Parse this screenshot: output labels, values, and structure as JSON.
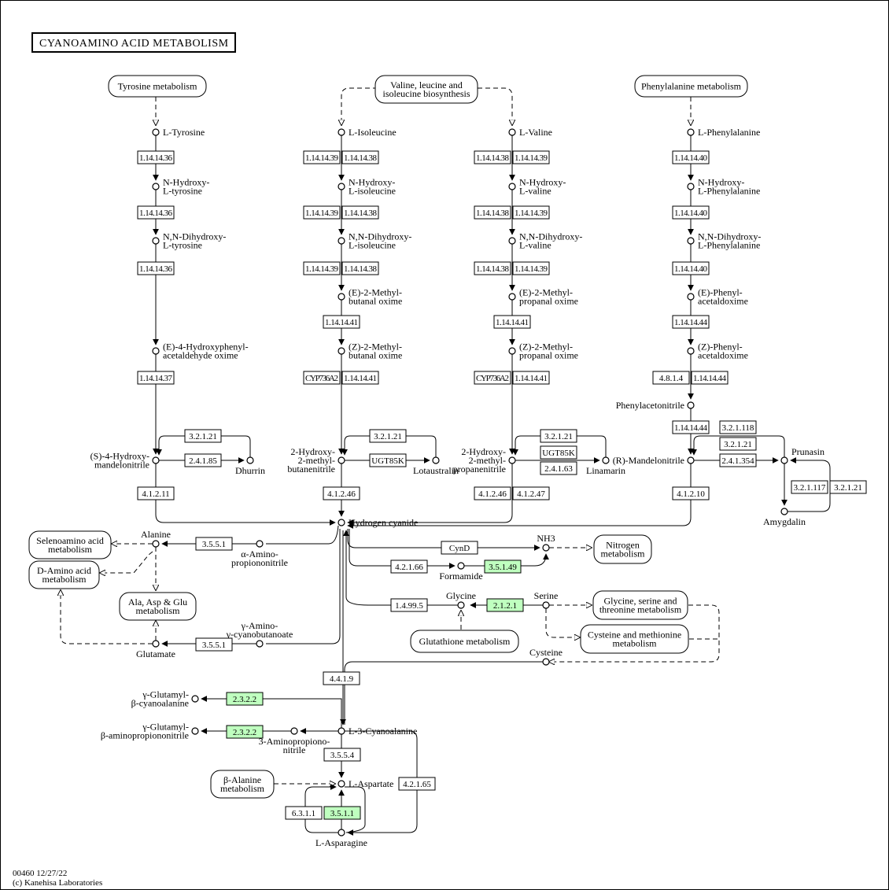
{
  "title": "CYANOAMINO  ACID  METABOLISM",
  "footer": {
    "code": "00460 12/27/22",
    "credit": "(c) Kanehisa Laboratories"
  },
  "colors": {
    "highlight": "#bfffbf",
    "line": "#000000",
    "background": "#ffffff"
  },
  "maps": [
    {
      "id": "m_tyr",
      "lines": [
        "Tyrosine metabolism"
      ]
    },
    {
      "id": "m_val",
      "lines": [
        "Valine, leucine and",
        "isoleucine biosynthesis"
      ]
    },
    {
      "id": "m_phe",
      "lines": [
        "Phenylalanine metabolism"
      ]
    },
    {
      "id": "m_selen",
      "lines": [
        "Selenoamino acid",
        "metabolism"
      ]
    },
    {
      "id": "m_damino",
      "lines": [
        "D-Amino acid",
        "metabolism"
      ]
    },
    {
      "id": "m_ala",
      "lines": [
        "Ala, Asp & Glu",
        "metabolism"
      ]
    },
    {
      "id": "m_nitro",
      "lines": [
        "Nitrogen",
        "metabolism"
      ]
    },
    {
      "id": "m_gly",
      "lines": [
        "Glycine, serine and",
        "threonine metabolism"
      ]
    },
    {
      "id": "m_cys",
      "lines": [
        "Cysteine and methionine",
        "metabolism"
      ]
    },
    {
      "id": "m_glut",
      "lines": [
        "Glutathione metabolism"
      ]
    },
    {
      "id": "m_bala",
      "lines": [
        "β-Alanine",
        "metabolism"
      ]
    }
  ],
  "compounds": [
    {
      "id": "c1",
      "lines": [
        "L-Tyrosine"
      ]
    },
    {
      "id": "c2",
      "lines": [
        "N-Hydroxy-",
        "L-tyrosine"
      ]
    },
    {
      "id": "c3",
      "lines": [
        "N,N-Dihydroxy-",
        "L-tyrosine"
      ]
    },
    {
      "id": "c4",
      "lines": [
        "(E)-4-Hydroxyphenyl-",
        "acetaldehyde oxime"
      ]
    },
    {
      "id": "c5",
      "lines": [
        "(S)-4-Hydroxy-",
        "mandelonitrile"
      ]
    },
    {
      "id": "c6",
      "lines": [
        "Dhurrin"
      ]
    },
    {
      "id": "c7",
      "lines": [
        "L-Isoleucine"
      ]
    },
    {
      "id": "c8",
      "lines": [
        "N-Hydroxy-",
        "L-isoleucine"
      ]
    },
    {
      "id": "c9",
      "lines": [
        "N,N-Dihydroxy-",
        "L-isoleucine"
      ]
    },
    {
      "id": "c10",
      "lines": [
        "(E)-2-Methyl-",
        "butanal oxime"
      ]
    },
    {
      "id": "c11",
      "lines": [
        "(Z)-2-Methyl-",
        "butanal oxime"
      ]
    },
    {
      "id": "c12",
      "lines": [
        "2-Hydroxy-",
        "2-methyl-",
        "butanenitrile"
      ]
    },
    {
      "id": "c13",
      "lines": [
        "Lotaustralin"
      ]
    },
    {
      "id": "c14",
      "lines": [
        "L-Valine"
      ]
    },
    {
      "id": "c15",
      "lines": [
        "N-Hydroxy-",
        "L-valine"
      ]
    },
    {
      "id": "c16",
      "lines": [
        "N,N-Dihydroxy-",
        "L-valine"
      ]
    },
    {
      "id": "c17",
      "lines": [
        "(E)-2-Methyl-",
        "propanal oxime"
      ]
    },
    {
      "id": "c18",
      "lines": [
        "(Z)-2-Methyl-",
        "propanal oxime"
      ]
    },
    {
      "id": "c19",
      "lines": [
        "2-Hydroxy-",
        "2-methyl-",
        "propanenitrile"
      ]
    },
    {
      "id": "c20",
      "lines": [
        "Linamarin"
      ]
    },
    {
      "id": "c21",
      "lines": [
        "L-Phenylalanine"
      ]
    },
    {
      "id": "c22",
      "lines": [
        "N-Hydroxy-",
        "L-Phenylalanine"
      ]
    },
    {
      "id": "c23",
      "lines": [
        "N,N-Dihydroxy-",
        "L-Phenylalanine"
      ]
    },
    {
      "id": "c24",
      "lines": [
        "(E)-Phenyl-",
        "acetaldoxime"
      ]
    },
    {
      "id": "c25",
      "lines": [
        "(Z)-Phenyl-",
        "acetaldoxime"
      ]
    },
    {
      "id": "c26",
      "lines": [
        "Phenylacetonitrile"
      ]
    },
    {
      "id": "c27",
      "lines": [
        "(R)-Mandelonitrile"
      ]
    },
    {
      "id": "c28",
      "lines": [
        "Prunasin"
      ]
    },
    {
      "id": "c29",
      "lines": [
        "Amygdalin"
      ]
    },
    {
      "id": "c30",
      "lines": [
        "Hydrogen cyanide"
      ]
    },
    {
      "id": "c31",
      "lines": [
        "Alanine"
      ]
    },
    {
      "id": "c32",
      "lines": [
        "α-Amino-",
        "propiononitrile"
      ]
    },
    {
      "id": "c33",
      "lines": [
        "Glutamate"
      ]
    },
    {
      "id": "c34",
      "lines": [
        "γ-Amino-",
        "γ-cyanobutanoate"
      ]
    },
    {
      "id": "c35",
      "lines": [
        "NH3"
      ]
    },
    {
      "id": "c36",
      "lines": [
        "Formamide"
      ]
    },
    {
      "id": "c37",
      "lines": [
        "Glycine"
      ]
    },
    {
      "id": "c38",
      "lines": [
        "Serine"
      ]
    },
    {
      "id": "c39",
      "lines": [
        "Cysteine"
      ]
    },
    {
      "id": "c40",
      "lines": [
        "γ-Glutamyl-",
        "β-cyanoalanine"
      ]
    },
    {
      "id": "c41",
      "lines": [
        "γ-Glutamyl-",
        "β-aminopropiononitrile"
      ]
    },
    {
      "id": "c42",
      "lines": [
        "L-3-Cyanoalanine"
      ]
    },
    {
      "id": "c43",
      "lines": [
        "3-Aminopropiono-",
        "nitrile"
      ]
    },
    {
      "id": "c44",
      "lines": [
        "L-Aspartate"
      ]
    },
    {
      "id": "c45",
      "lines": [
        "L-Asparagine"
      ]
    }
  ],
  "enzymes": [
    {
      "id": "e1",
      "label": "1.14.14.36"
    },
    {
      "id": "e2",
      "label": "1.14.14.36"
    },
    {
      "id": "e3",
      "label": "1.14.14.36"
    },
    {
      "id": "e4",
      "label": "1.14.14.37"
    },
    {
      "id": "e5",
      "label": "3.2.1.21"
    },
    {
      "id": "e6",
      "label": "2.4.1.85"
    },
    {
      "id": "e7",
      "label": "4.1.2.11"
    },
    {
      "id": "e8",
      "label": "1.14.14.39"
    },
    {
      "id": "e9",
      "label": "1.14.14.38"
    },
    {
      "id": "e10",
      "label": "1.14.14.39"
    },
    {
      "id": "e11",
      "label": "1.14.14.38"
    },
    {
      "id": "e12",
      "label": "1.14.14.39"
    },
    {
      "id": "e13",
      "label": "1.14.14.38"
    },
    {
      "id": "e14",
      "label": "1.14.14.41"
    },
    {
      "id": "e15",
      "label": "CYP736A2"
    },
    {
      "id": "e16",
      "label": "1.14.14.41"
    },
    {
      "id": "e17",
      "label": "3.2.1.21"
    },
    {
      "id": "e18",
      "label": "UGT85K"
    },
    {
      "id": "e19",
      "label": "4.1.2.46"
    },
    {
      "id": "e20",
      "label": "1.14.14.38"
    },
    {
      "id": "e21",
      "label": "1.14.14.39"
    },
    {
      "id": "e22",
      "label": "1.14.14.38"
    },
    {
      "id": "e23",
      "label": "1.14.14.39"
    },
    {
      "id": "e24",
      "label": "1.14.14.38"
    },
    {
      "id": "e25",
      "label": "1.14.14.39"
    },
    {
      "id": "e26",
      "label": "1.14.14.41"
    },
    {
      "id": "e27",
      "label": "CYP736A2"
    },
    {
      "id": "e28",
      "label": "1.14.14.41"
    },
    {
      "id": "e29",
      "label": "3.2.1.21"
    },
    {
      "id": "e30",
      "label": "UGT85K"
    },
    {
      "id": "e31",
      "label": "2.4.1.63"
    },
    {
      "id": "e32",
      "label": "4.1.2.46"
    },
    {
      "id": "e33",
      "label": "4.1.2.47"
    },
    {
      "id": "e34",
      "label": "1.14.14.40"
    },
    {
      "id": "e35",
      "label": "1.14.14.40"
    },
    {
      "id": "e36",
      "label": "1.14.14.40"
    },
    {
      "id": "e37",
      "label": "1.14.14.44"
    },
    {
      "id": "e38",
      "label": "4.8.1.4"
    },
    {
      "id": "e39",
      "label": "1.14.14.44"
    },
    {
      "id": "e40",
      "label": "1.14.14.44"
    },
    {
      "id": "e41",
      "label": "3.2.1.118"
    },
    {
      "id": "e42",
      "label": "3.2.1.21"
    },
    {
      "id": "e43",
      "label": "2.4.1.354"
    },
    {
      "id": "e44",
      "label": "3.2.1.117"
    },
    {
      "id": "e45",
      "label": "3.2.1.21"
    },
    {
      "id": "e46",
      "label": "4.1.2.10"
    },
    {
      "id": "e47",
      "label": "3.5.5.1"
    },
    {
      "id": "e48",
      "label": "3.5.5.1"
    },
    {
      "id": "e49",
      "label": "CynD"
    },
    {
      "id": "e50",
      "label": "4.2.1.66"
    },
    {
      "id": "e51",
      "label": "3.5.1.49",
      "highlight": true
    },
    {
      "id": "e52",
      "label": "1.4.99.5"
    },
    {
      "id": "e53",
      "label": "2.1.2.1",
      "highlight": true
    },
    {
      "id": "e54",
      "label": "4.4.1.9"
    },
    {
      "id": "e55",
      "label": "2.3.2.2",
      "highlight": true
    },
    {
      "id": "e56",
      "label": "2.3.2.2",
      "highlight": true
    },
    {
      "id": "e57",
      "label": "3.5.5.4"
    },
    {
      "id": "e58",
      "label": "4.2.1.65"
    },
    {
      "id": "e59",
      "label": "6.3.1.1"
    },
    {
      "id": "e60",
      "label": "3.5.1.1",
      "highlight": true
    }
  ]
}
